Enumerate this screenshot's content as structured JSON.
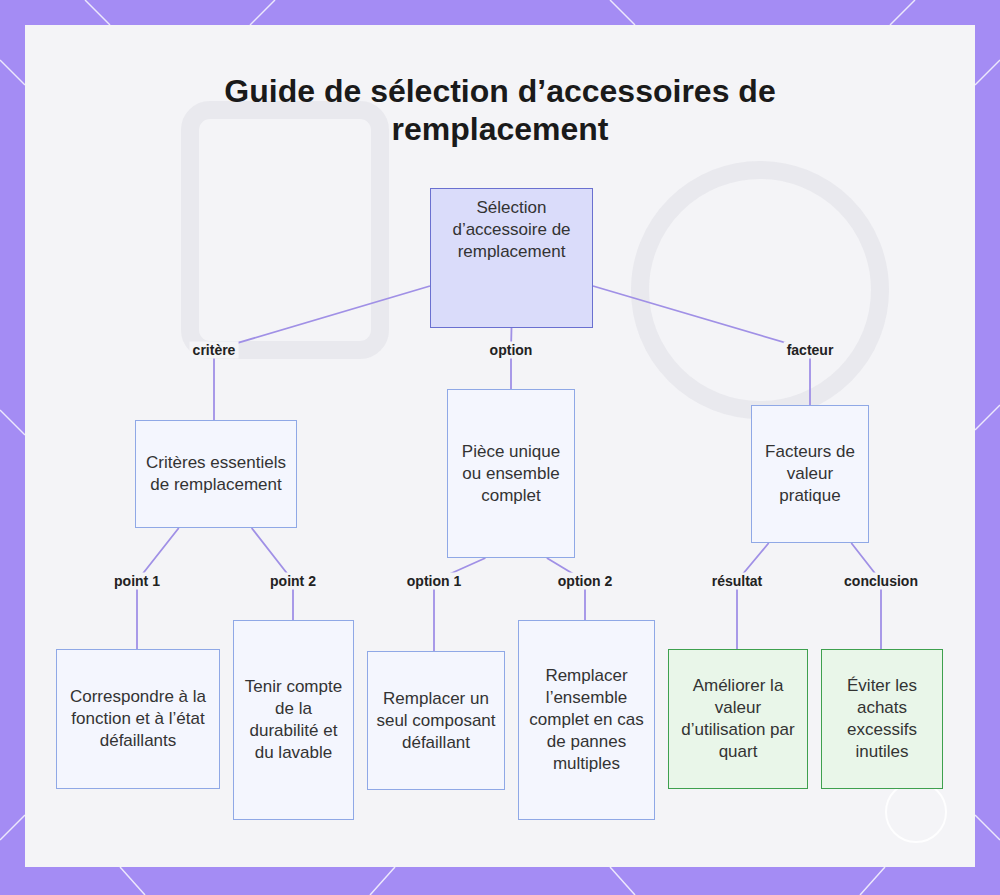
{
  "diagram": {
    "title": "Guide de sélection d’accessoires de remplacement",
    "nodes": [
      {
        "text": [
          "Sélection d’accessoire de remplacement"
        ]
      },
      {
        "text": [
          "Critères essentiels de remplacement"
        ]
      },
      {
        "text": [
          "Pièce unique ou ensemble complet"
        ]
      },
      {
        "text": [
          "Facteurs de valeur pratique"
        ]
      },
      {
        "text": [
          "Correspondre à la fonction et à l’état défaillants"
        ]
      },
      {
        "text": [
          "Tenir compte de la durabilité et du lavable"
        ]
      },
      {
        "text": [
          "Remplacer un seul composant défaillant"
        ]
      },
      {
        "text": [
          "Remplacer l’ensemble complet en cas de pannes multiples"
        ]
      },
      {
        "text": [
          "Améliorer la valeur d’utilisation par quart"
        ]
      },
      {
        "text": [
          "Éviter les achats excessifs inutiles"
        ]
      }
    ],
    "edges": [
      {
        "from": 0,
        "to": 1,
        "label": "critère",
        "arrow": "none"
      },
      {
        "from": 0,
        "to": 2,
        "label": "option",
        "arrow": "none"
      },
      {
        "from": 0,
        "to": 3,
        "label": "facteur",
        "arrow": "none"
      },
      {
        "from": 1,
        "to": 4,
        "label": "point 1",
        "arrow": "none"
      },
      {
        "from": 1,
        "to": 5,
        "label": "point 2",
        "arrow": "none"
      },
      {
        "from": 2,
        "to": 6,
        "label": "option 1",
        "arrow": "none"
      },
      {
        "from": 2,
        "to": 7,
        "label": "option 2",
        "arrow": "none"
      },
      {
        "from": 3,
        "to": 8,
        "label": "résultat",
        "arrow": "none"
      },
      {
        "from": 3,
        "to": 9,
        "label": "conclusion",
        "arrow": "none"
      }
    ]
  }
}
